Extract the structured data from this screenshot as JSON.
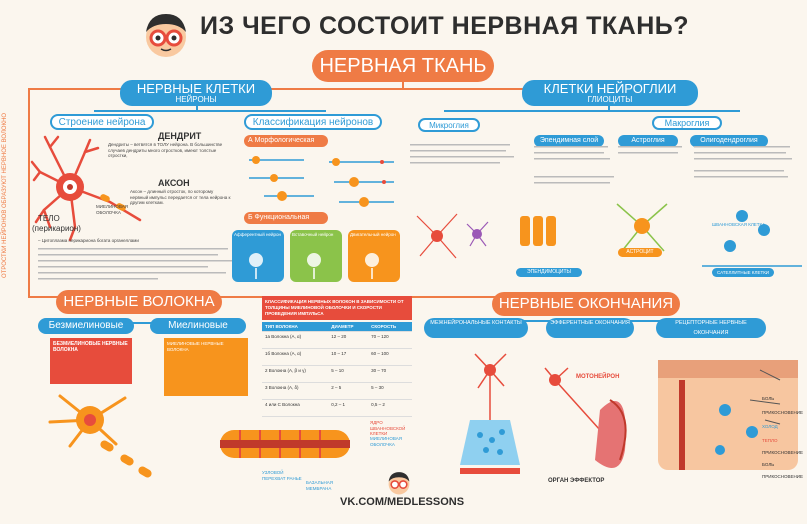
{
  "header": {
    "title": "ИЗ ЧЕГО СОСТОИТ НЕРВНАЯ ТКАНЬ?",
    "main": "НЕРВНАЯ ТКАНЬ"
  },
  "side_note": "ОТРОСТКИ НЕЙРОНОВ ОБРАЗУЮТ НЕРВНОЕ ВОЛОКНО",
  "neurons": {
    "title": "НЕРВНЫЕ КЛЕТКИ",
    "subtitle": "НЕЙРОНЫ",
    "structure_title": "Строение нейрона",
    "classification_title": "Классификация нейронов",
    "dendrite_label": "ДЕНДРИТ",
    "dendrite_text": "Дендриты – ветвятся в ТОЛУ нейрона. В большинстве случаев дендриты много отростков, имеют толстые отростки,",
    "axon_label": "АКСОН",
    "axon_text": "Аксон – длинный отросток, по которому нервный импульс передается от тела нейрона к другим клеткам.",
    "myelin_label": "МИЕЛИНОВАЯ ОБОЛОЧКА",
    "body_label": "ТЕЛО",
    "body_sub": "(перикарион)",
    "body_text": "– Цитоплазма перикариона богата органеллами",
    "morph_title": "А  Морфологическая",
    "func_title": "Б  Функциональная",
    "afferent": "Афферентный нейрон",
    "interneuron": "Вставочный нейрон",
    "efferent": "Двигательный нейрон"
  },
  "glia": {
    "title": "КЛЕТКИ НЕЙРОГЛИИ",
    "subtitle": "ГЛИОЦИТЫ",
    "micro": "Микроглия",
    "macro": "Макроглия",
    "ependyma": "Эпендимная слой",
    "astro": "Астроглия",
    "oligo": "Олигодендроглия",
    "ependymocytes": "ЭПЕНДИМОЦИТЫ",
    "astrocyte": "АСТРОЦИТ",
    "schwann": "ШВАННОВСКАЯ КЛЕТКА",
    "satellite": "САТЕЛЛИТНЫЕ КЛЕТКИ"
  },
  "fibers": {
    "title": "НЕРВНЫЕ ВОЛОКНА",
    "unmyelinated": "Безмиелиновые",
    "myelinated": "Миелиновые",
    "unmy_head": "БЕЗМИЕЛИНОВЫЕ НЕРВНЫЕ ВОЛОКНА",
    "my_head": "МИЕЛИНОВЫЕ НЕРВНЫЕ ВОЛОКНА",
    "node_label": "УЗЛОВОЙ ПЕРЕХВАТ РАНЬЕ",
    "basal_label": "БАЗАЛЬНАЯ МЕМБРАНА",
    "nucleus_label": "ЯДРО ШВАННОВСКОЙ КЛЕТКИ",
    "myelin_label": "МИЕЛИНОВАЯ ОБОЛОЧКА",
    "table_title": "КЛАССИФИКАЦИЯ НЕРВНЫХ ВОЛОКОН В ЗАВИСИМОСТИ ОТ ТОЛЩИНЫ МИЕЛИНОВОЙ ОБОЛОЧКИ И СКОРОСТИ ПРОВЕДЕНИЯ ИМПУЛЬСА",
    "table": {
      "headers": [
        "ТИП ВОЛОКНА",
        "ДИАМЕТР",
        "СКОРОСТЬ"
      ],
      "rows": [
        [
          "1а Волокна (А, α)",
          "12 – 20",
          "70 – 120"
        ],
        [
          "1б Волокна (А, α)",
          "10 – 17",
          "60 – 100"
        ],
        [
          "2 Волокна (А, β и γ)",
          "5 – 10",
          "30 – 70"
        ],
        [
          "3 Волокна (А, δ)",
          "2 – 5",
          "5 – 30"
        ],
        [
          "4 или С Волокна",
          "0,2 – 1",
          "0,5 – 2"
        ]
      ]
    }
  },
  "endings": {
    "title": "НЕРВНЫЕ ОКОНЧАНИЯ",
    "interneuronal": "МЕЖНЕЙРОНАЛЬНЫЕ КОНТАКТЫ",
    "efferent": "ЭФФЕРЕНТНЫЕ ОКОНЧАНИЯ",
    "receptor": "РЕЦЕПТОРНЫЕ НЕРВНЫЕ ОКОНЧАНИЯ",
    "motoneuron": "МОТОНЕЙРОН",
    "effector": "ОРГАН ЭФФЕКТОР",
    "senses": [
      "БОЛЬ",
      "ПРИКОСНОВЕНИЕ",
      "ХОЛОД",
      "ТЕПЛО",
      "ПРИКОСНОВЕНИЕ",
      "БОЛЬ",
      "ПРИКОСНОВЕНИЕ"
    ]
  },
  "footer": {
    "site": "VK.COM/MEDLESSONS"
  },
  "colors": {
    "accent": "#ef7b45",
    "blue": "#2f9bd6",
    "bg": "#fbf6ee"
  }
}
